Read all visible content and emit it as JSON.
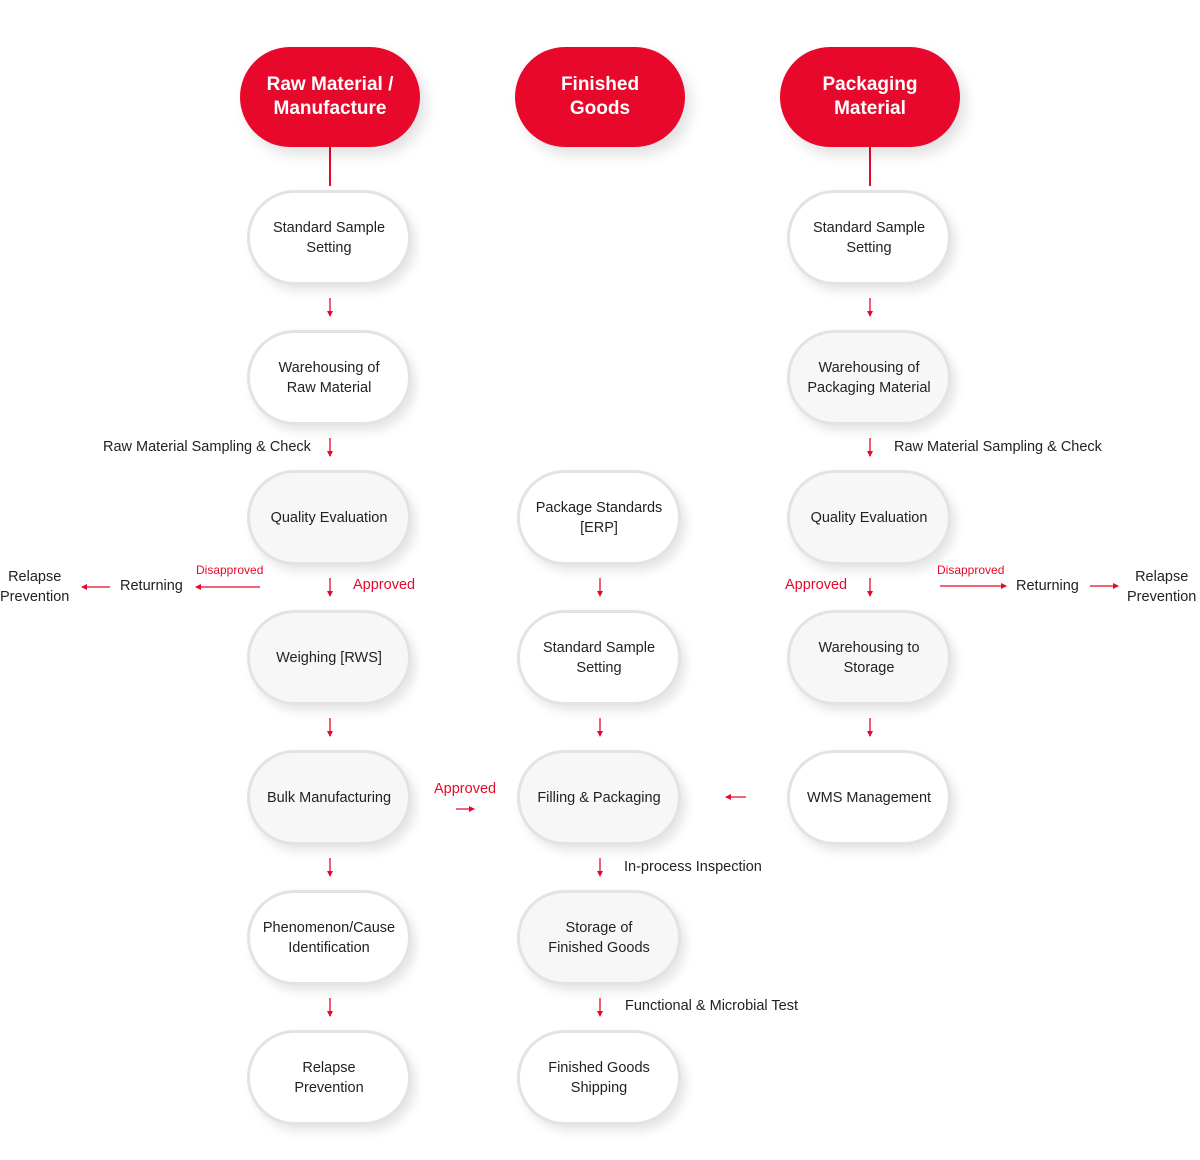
{
  "headers": {
    "raw_material": "Raw Material /\nManufacture",
    "finished_goods": "Finished\nGoods",
    "packaging": "Packaging\nMaterial"
  },
  "nodes": {
    "left": [
      "Standard Sample\nSetting",
      "Warehousing of\nRaw Material",
      "Quality Evaluation",
      "Weighing [RWS]",
      "Bulk Manufacturing",
      "Phenomenon/Cause\nIdentification",
      "Relapse\nPrevention"
    ],
    "middle": [
      "Package Standards\n[ERP]",
      "Standard Sample\nSetting",
      "Filling & Packaging",
      "Storage of\nFinished Goods",
      "Finished Goods\nShipping"
    ],
    "right": [
      "Standard Sample\nSetting",
      "Warehousing of\nPackaging Material",
      "Quality Evaluation",
      "Warehousing to\nStorage",
      "WMS Management"
    ]
  },
  "labels": {
    "left_sampling": "Raw Material Sampling & Check",
    "left_disapproved": "Disapproved",
    "left_returning": "Returning",
    "left_relapse": "Relapse\nPrevention",
    "left_approved": "Approved",
    "bulk_approved": "Approved",
    "inprocess": "In-process Inspection",
    "functional": "Functional & Microbial Test",
    "right_sampling": "Raw Material Sampling & Check",
    "right_approved": "Approved",
    "right_disapproved": "Disapproved",
    "right_returning": "Returning",
    "right_relapse": "Relapse\nPrevention"
  },
  "colors": {
    "accent": "#e8082b",
    "node_border": "#e3e3e3",
    "node_fill": "#f7f7f7",
    "text": "#222222"
  }
}
